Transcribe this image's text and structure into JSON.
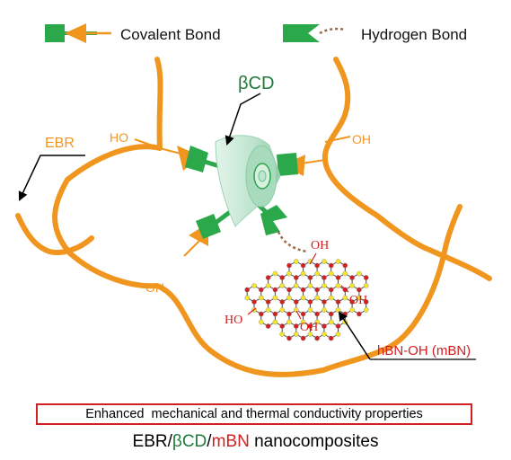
{
  "legend": {
    "covalent_label": "Covalent Bond",
    "hydrogen_label": "Hydrogen Bond"
  },
  "labels": {
    "beta_cd": "βCD",
    "ebr": "EBR",
    "ho_upper_left": "HO",
    "oh_upper_right": "OH",
    "oh_lower_left": "OH",
    "oh_hbn_top": "OH",
    "oh_hbn_right": "OH",
    "ho_hbn_left": "HO",
    "oh_hbn_bottom": "OH",
    "hbn_oh": "hBN-OH",
    "mbn": "(mBN)"
  },
  "banner": {
    "text": "Enhanced  mechanical and thermal conductivity properties"
  },
  "footer": {
    "part1": "EBR/",
    "part2": "βCD",
    "part3": "/",
    "part4": "mBN",
    "part5": " nanocomposites"
  },
  "colors": {
    "orange": "#f0961e",
    "green": "#2aa84a",
    "red": "#d21f1f",
    "dark_green": "#1f7a3a",
    "brown": "#9a6a4a",
    "yellow_atom": "#f5e62a",
    "cd_fill": "#bfe6d2"
  }
}
